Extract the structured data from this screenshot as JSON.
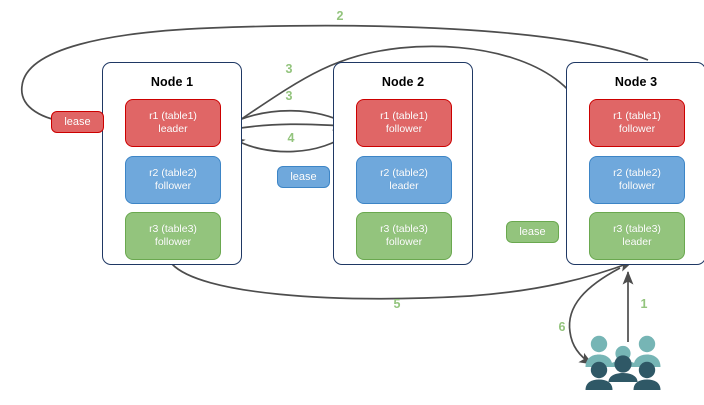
{
  "diagram": {
    "title": "raft-lease-replica-diagram",
    "colors": {
      "red": "#e06666",
      "red_border": "#cc0000",
      "blue": "#6fa8dc",
      "blue_border": "#3d85c6",
      "green": "#93c47d",
      "green_border": "#6aa84f",
      "node_border": "#1f3864",
      "arrow": "#4d4d4d",
      "step_label": "#93c47d",
      "people_light": "#76b5b5",
      "people_dark": "#2f5866"
    }
  },
  "nodes": [
    {
      "title": "Node 1",
      "replicas": [
        {
          "name": "r1 (table1)",
          "role": "leader",
          "color": "red"
        },
        {
          "name": "r2 (table2)",
          "role": "follower",
          "color": "blue"
        },
        {
          "name": "r3 (table3)",
          "role": "follower",
          "color": "green"
        }
      ]
    },
    {
      "title": "Node 2",
      "replicas": [
        {
          "name": "r1 (table1)",
          "role": "follower",
          "color": "red"
        },
        {
          "name": "r2 (table2)",
          "role": "leader",
          "color": "blue"
        },
        {
          "name": "r3 (table3)",
          "role": "follower",
          "color": "green"
        }
      ]
    },
    {
      "title": "Node 3",
      "replicas": [
        {
          "name": "r1 (table1)",
          "role": "follower",
          "color": "red"
        },
        {
          "name": "r2 (table2)",
          "role": "follower",
          "color": "blue"
        },
        {
          "name": "r3 (table3)",
          "role": "leader",
          "color": "green"
        }
      ]
    }
  ],
  "leases": [
    {
      "label": "lease",
      "color": "red"
    },
    {
      "label": "lease",
      "color": "blue"
    },
    {
      "label": "lease",
      "color": "green"
    }
  ],
  "steps": [
    {
      "id": "1",
      "label": "1"
    },
    {
      "id": "2",
      "label": "2"
    },
    {
      "id": "3a",
      "label": "3"
    },
    {
      "id": "3b",
      "label": "3"
    },
    {
      "id": "4",
      "label": "4"
    },
    {
      "id": "5",
      "label": "5"
    },
    {
      "id": "6",
      "label": "6"
    }
  ],
  "actors": {
    "name": "users-group"
  }
}
